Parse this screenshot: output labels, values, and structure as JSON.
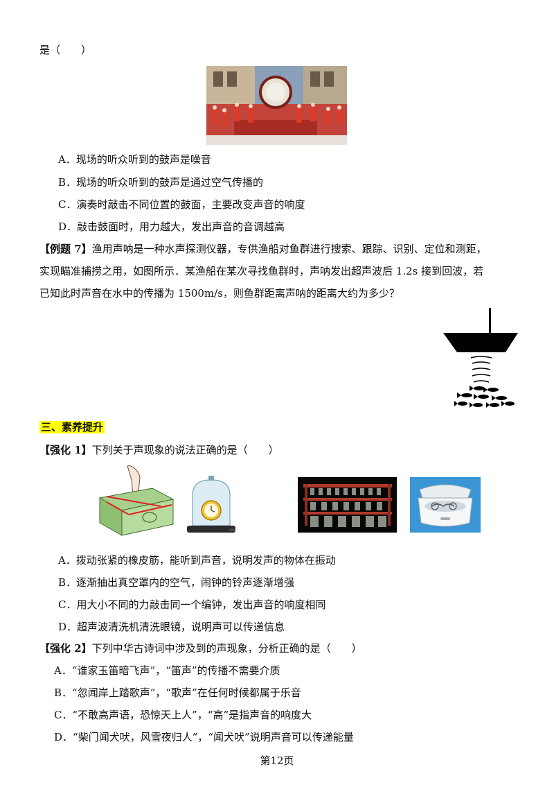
{
  "lead_in": "是（　　）",
  "q6_options": [
    "A．现场的听众听到的鼓声是噪音",
    "B．现场的听众听到的鼓声是通过空气传播的",
    "C．演奏时敲击不同位置的鼓面，主要改变声音的响度",
    "D．敲击鼓面时，用力越大，发出声音的音调越高"
  ],
  "example7": {
    "tag": "【例题 7】",
    "line1": "渔用声呐是一种水声探测仪器，专供渔船对鱼群进行搜索、跟踪、识别、定位和测距，",
    "line2": "实现瞄准捕捞之用，如图所示．某渔船在某次寻找鱼群时，声呐发出超声波后 1.2s 接到回波，若",
    "line3": "已知此时声音在水中的传播为 1500m/s，则鱼群距离声呐的距离大约为多少？"
  },
  "section3": {
    "title": "三、素养提升"
  },
  "q_s1": {
    "tag": "【强化 1】",
    "stem": "下列关于声现象的说法正确的是（　　）",
    "options": [
      "A．拨动张紧的橡皮筋，能听到声音，说明发声的物体在振动",
      "B．逐渐抽出真空罩内的空气，闹钟的铃声逐渐增强",
      "C．用大小不同的力敲击同一个编钟，发出声音的响度相同",
      "D．超声波清洗机清洗眼镜，说明声可以传递信息"
    ]
  },
  "q_s2": {
    "tag": "【强化 2】",
    "stem": "下列中华古诗词中涉及到的声现象，分析正确的是（　　）",
    "options": [
      "A．“谁家玉笛暗飞声”，“笛声”的传播不需要介质",
      "B．“忽闻岸上踏歌声”，“歌声”在任何时候都属于乐音",
      "C．“不敢高声语，恐惊天上人”，“高”是指声音的响度大",
      "D．“柴门闻犬吠，风雪夜归人”，“闻犬吠”说明声音可以传递能量"
    ]
  },
  "page_number": "第12页"
}
